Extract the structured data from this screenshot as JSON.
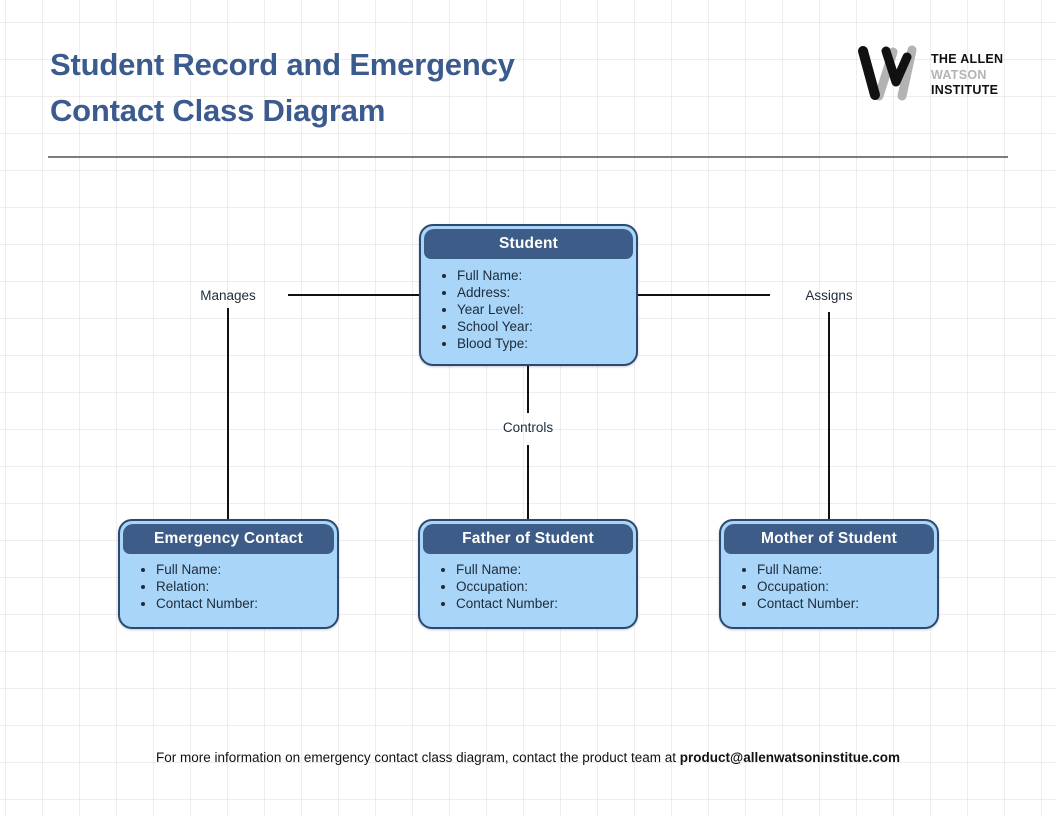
{
  "page": {
    "title_line1": "Student Record and Emergency",
    "title_line2": "Contact Class Diagram",
    "footer_text": "For more information on emergency contact class diagram, contact the product team at ",
    "footer_email": "product@allenwatsoninstitue.com"
  },
  "logo": {
    "mark_icon": "w-monogram",
    "line1": "THE ALLEN",
    "line2": "WATSON",
    "line3": "INSTITUTE"
  },
  "colors": {
    "title_blue": "#3b5b8e",
    "box_header_bg": "#3d5c87",
    "box_body_bg": "#a8d5f8",
    "box_border": "#2c4a70",
    "attribute_text": "#1e2b3a",
    "connector": "#111111",
    "divider": "#7d7d7d",
    "logo_gray": "#b3b3b3"
  },
  "diagram": {
    "classes": [
      {
        "id": "student",
        "title": "Student",
        "attributes": [
          "Full Name:",
          "Address:",
          "Year Level:",
          "School Year:",
          "Blood Type:"
        ]
      },
      {
        "id": "emergency-contact",
        "title": "Emergency Contact",
        "attributes": [
          "Full Name:",
          "Relation:",
          "Contact Number:"
        ]
      },
      {
        "id": "father-of-student",
        "title": "Father of Student",
        "attributes": [
          "Full Name:",
          "Occupation:",
          "Contact Number:"
        ]
      },
      {
        "id": "mother-of-student",
        "title": "Mother of Student",
        "attributes": [
          "Full Name:",
          "Occupation:",
          "Contact Number:"
        ]
      }
    ],
    "relationships": [
      {
        "label": "Manages",
        "from": "Student",
        "to": "Emergency Contact"
      },
      {
        "label": "Controls",
        "from": "Student",
        "to": "Father of Student"
      },
      {
        "label": "Assigns",
        "from": "Student",
        "to": "Mother of Student"
      }
    ]
  }
}
